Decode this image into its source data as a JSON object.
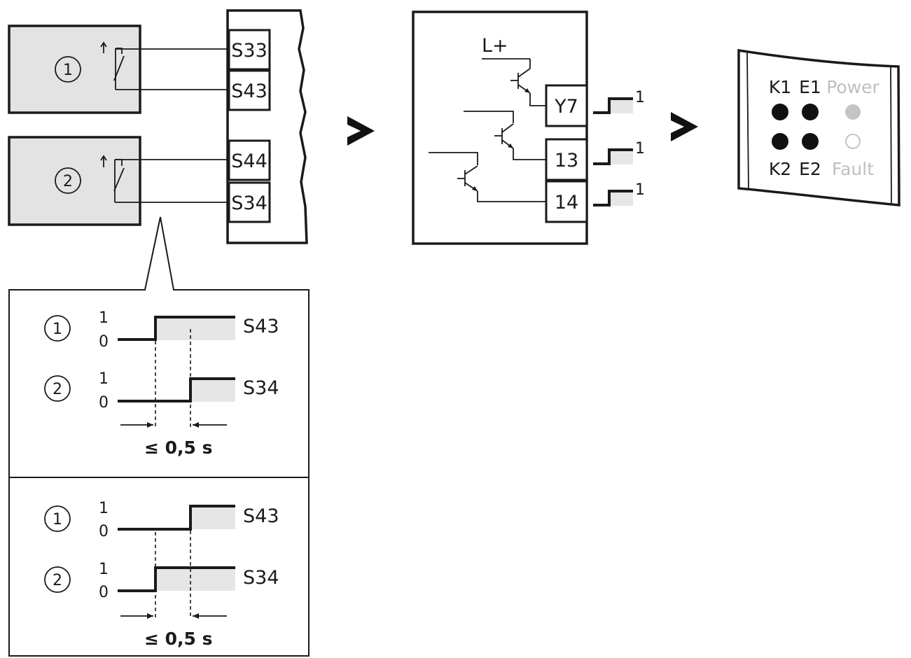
{
  "sensors": [
    {
      "number": "1",
      "terminals": [
        "S33",
        "S43"
      ]
    },
    {
      "number": "2",
      "terminals": [
        "S44",
        "S34"
      ]
    }
  ],
  "outputs": {
    "supply": "L+",
    "terminals": [
      "Y7",
      "13",
      "14"
    ],
    "state": "1"
  },
  "leds": {
    "row1": [
      "K1",
      "E1",
      "Power"
    ],
    "row2": [
      "K2",
      "E2",
      "Fault"
    ]
  },
  "timing": [
    {
      "rows": [
        {
          "number": "1",
          "high": "1",
          "low": "0",
          "terminal": "S43"
        },
        {
          "number": "2",
          "high": "1",
          "low": "0",
          "terminal": "S34"
        }
      ],
      "limit": "≤ 0,5 s"
    },
    {
      "rows": [
        {
          "number": "1",
          "high": "1",
          "low": "0",
          "terminal": "S43"
        },
        {
          "number": "2",
          "high": "1",
          "low": "0",
          "terminal": "S34"
        }
      ],
      "limit": "≤ 0,5 s"
    }
  ]
}
